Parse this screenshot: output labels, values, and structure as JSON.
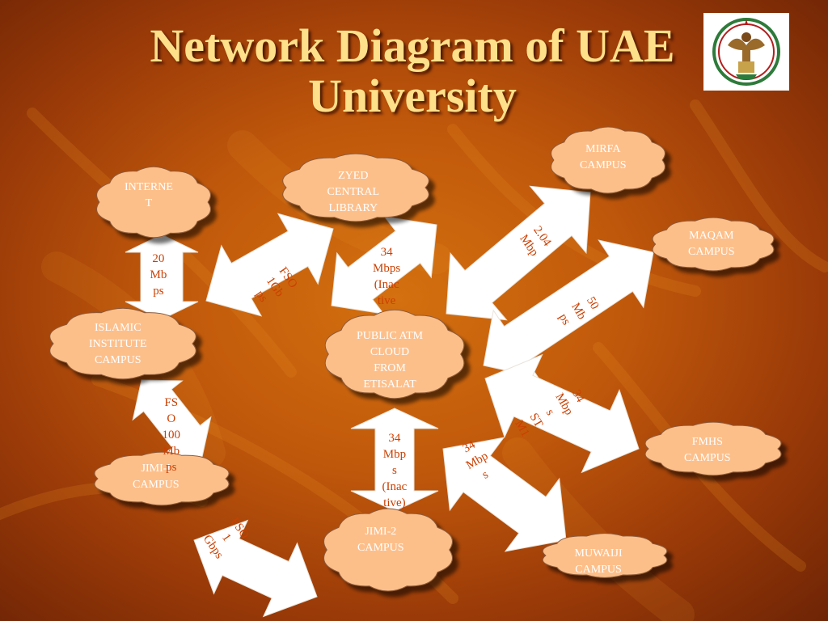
{
  "title_line1": "Network Diagram of UAE",
  "title_line2": "University",
  "logo_icon": "uae-university-falcon-emblem-icon",
  "colors": {
    "background": "#b8500c",
    "title": "#ffe08a",
    "cloud_fill": "#fdbf8a",
    "cloud_shadow": "#6e6e6e",
    "arrow_fill": "#ffffff",
    "node_text": "#ffffff",
    "link_text": "#cc3f00"
  },
  "nodes": {
    "internet": "INTERNE\nT",
    "islamic": "ISLAMIC\nINSTITUTE\nCAMPUS",
    "jimi1": "JIMI-I\nCAMPUS",
    "jimi2": "JIMI-2\nCAMPUS",
    "zyed": "ZYED\nCENTRAL\nLIBRARY",
    "atm": "PUBLIC ATM\nCLOUD\nFROM\nETISALAT",
    "mirfa": "MIRFA\nCAMPUS",
    "maqam": "MAQAM\nCAMPUS",
    "fmhs": "FMHS\nCAMPUS",
    "muwaiji": "MUWAIJI\nCAMPUS"
  },
  "links": {
    "internet_islamic": "20\nMb\nps",
    "fso_1gbps": "FSO\n1Gb\nps",
    "zyed_atm": "34\nMbps\n(Inac\ntive",
    "mirfa": "2.04\nMbp",
    "maqam": "50\nMb\nps",
    "fmhs": "34\nMbp\ns\nST\nM1",
    "muwaiji": "34\nMbp\ns",
    "islamic_jimi1": "FS\nO\n100\nMb\nps",
    "atm_jimi2": "34\nMbp\ns\n(Inac\ntive)",
    "jimi1_jimi2": "FSO\n1\nGbps"
  }
}
